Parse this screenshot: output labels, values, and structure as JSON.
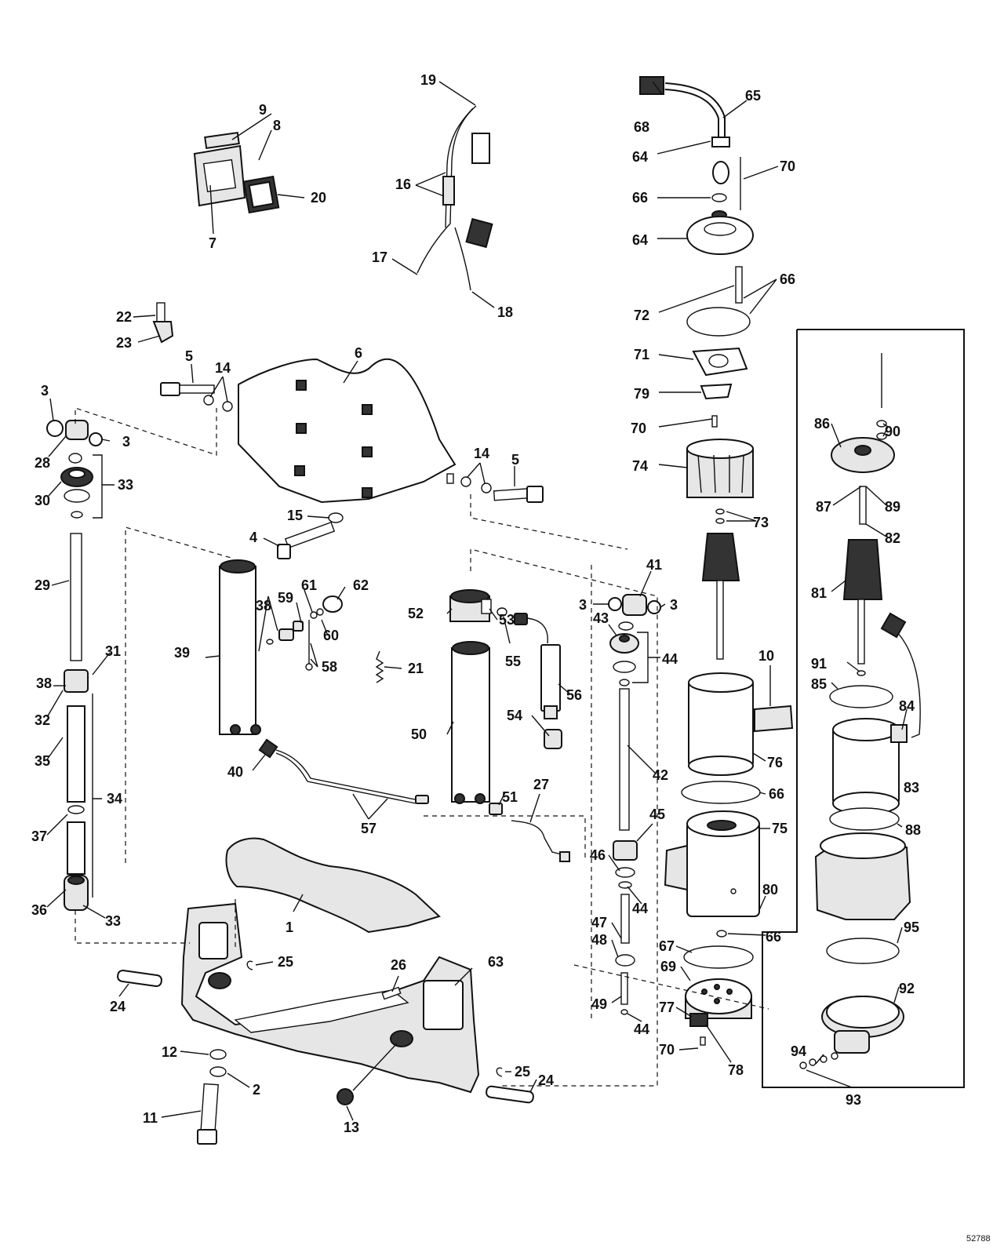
{
  "figure_number": "52788",
  "callouts": [
    "1",
    "2",
    "3",
    "4",
    "5",
    "6",
    "7",
    "8",
    "9",
    "10",
    "11",
    "12",
    "13",
    "14",
    "15",
    "16",
    "17",
    "18",
    "19",
    "20",
    "21",
    "22",
    "23",
    "24",
    "25",
    "26",
    "27",
    "28",
    "29",
    "30",
    "31",
    "32",
    "33",
    "34",
    "35",
    "36",
    "37",
    "38",
    "39",
    "40",
    "41",
    "42",
    "43",
    "44",
    "45",
    "46",
    "47",
    "48",
    "49",
    "50",
    "51",
    "52",
    "53",
    "54",
    "55",
    "56",
    "57",
    "58",
    "59",
    "60",
    "61",
    "62",
    "63",
    "64",
    "65",
    "66",
    "67",
    "68",
    "69",
    "70",
    "71",
    "72",
    "73",
    "74",
    "75",
    "76",
    "77",
    "78",
    "79",
    "80",
    "81",
    "82",
    "83",
    "84",
    "85",
    "86",
    "87",
    "88",
    "89",
    "90",
    "91",
    "92",
    "93",
    "94",
    "95"
  ]
}
